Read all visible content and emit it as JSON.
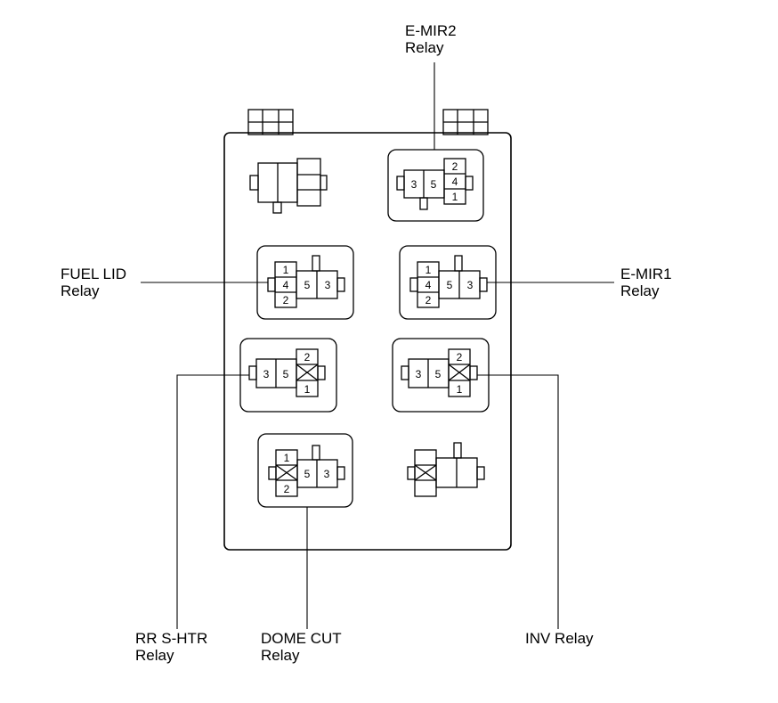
{
  "callouts": {
    "e_mir2": {
      "line1": "E-MIR2",
      "line2": "Relay"
    },
    "fuel_lid": {
      "line1": "FUEL LID",
      "line2": "Relay"
    },
    "e_mir1": {
      "line1": "E-MIR1",
      "line2": "Relay"
    },
    "rr_s_htr": {
      "line1": "RR S-HTR",
      "line2": "Relay"
    },
    "dome_cut": {
      "line1": "DOME CUT",
      "line2": "Relay"
    },
    "inv": {
      "line1": "INV Relay"
    }
  },
  "pins": {
    "e_mir2": {
      "a": "3",
      "b": "5",
      "top": "2",
      "mid": "4",
      "bot": "1"
    },
    "fuel_lid": {
      "top": "1",
      "mid": "4",
      "bot": "2",
      "a": "5",
      "b": "3"
    },
    "e_mir1": {
      "top": "1",
      "mid": "4",
      "bot": "2",
      "a": "5",
      "b": "3"
    },
    "rr_s_htr": {
      "a": "3",
      "b": "5",
      "top": "2",
      "bot": "1"
    },
    "inv": {
      "a": "3",
      "b": "5",
      "top": "2",
      "bot": "1"
    },
    "dome_cut": {
      "top": "1",
      "bot": "2",
      "a": "5",
      "b": "3"
    }
  }
}
